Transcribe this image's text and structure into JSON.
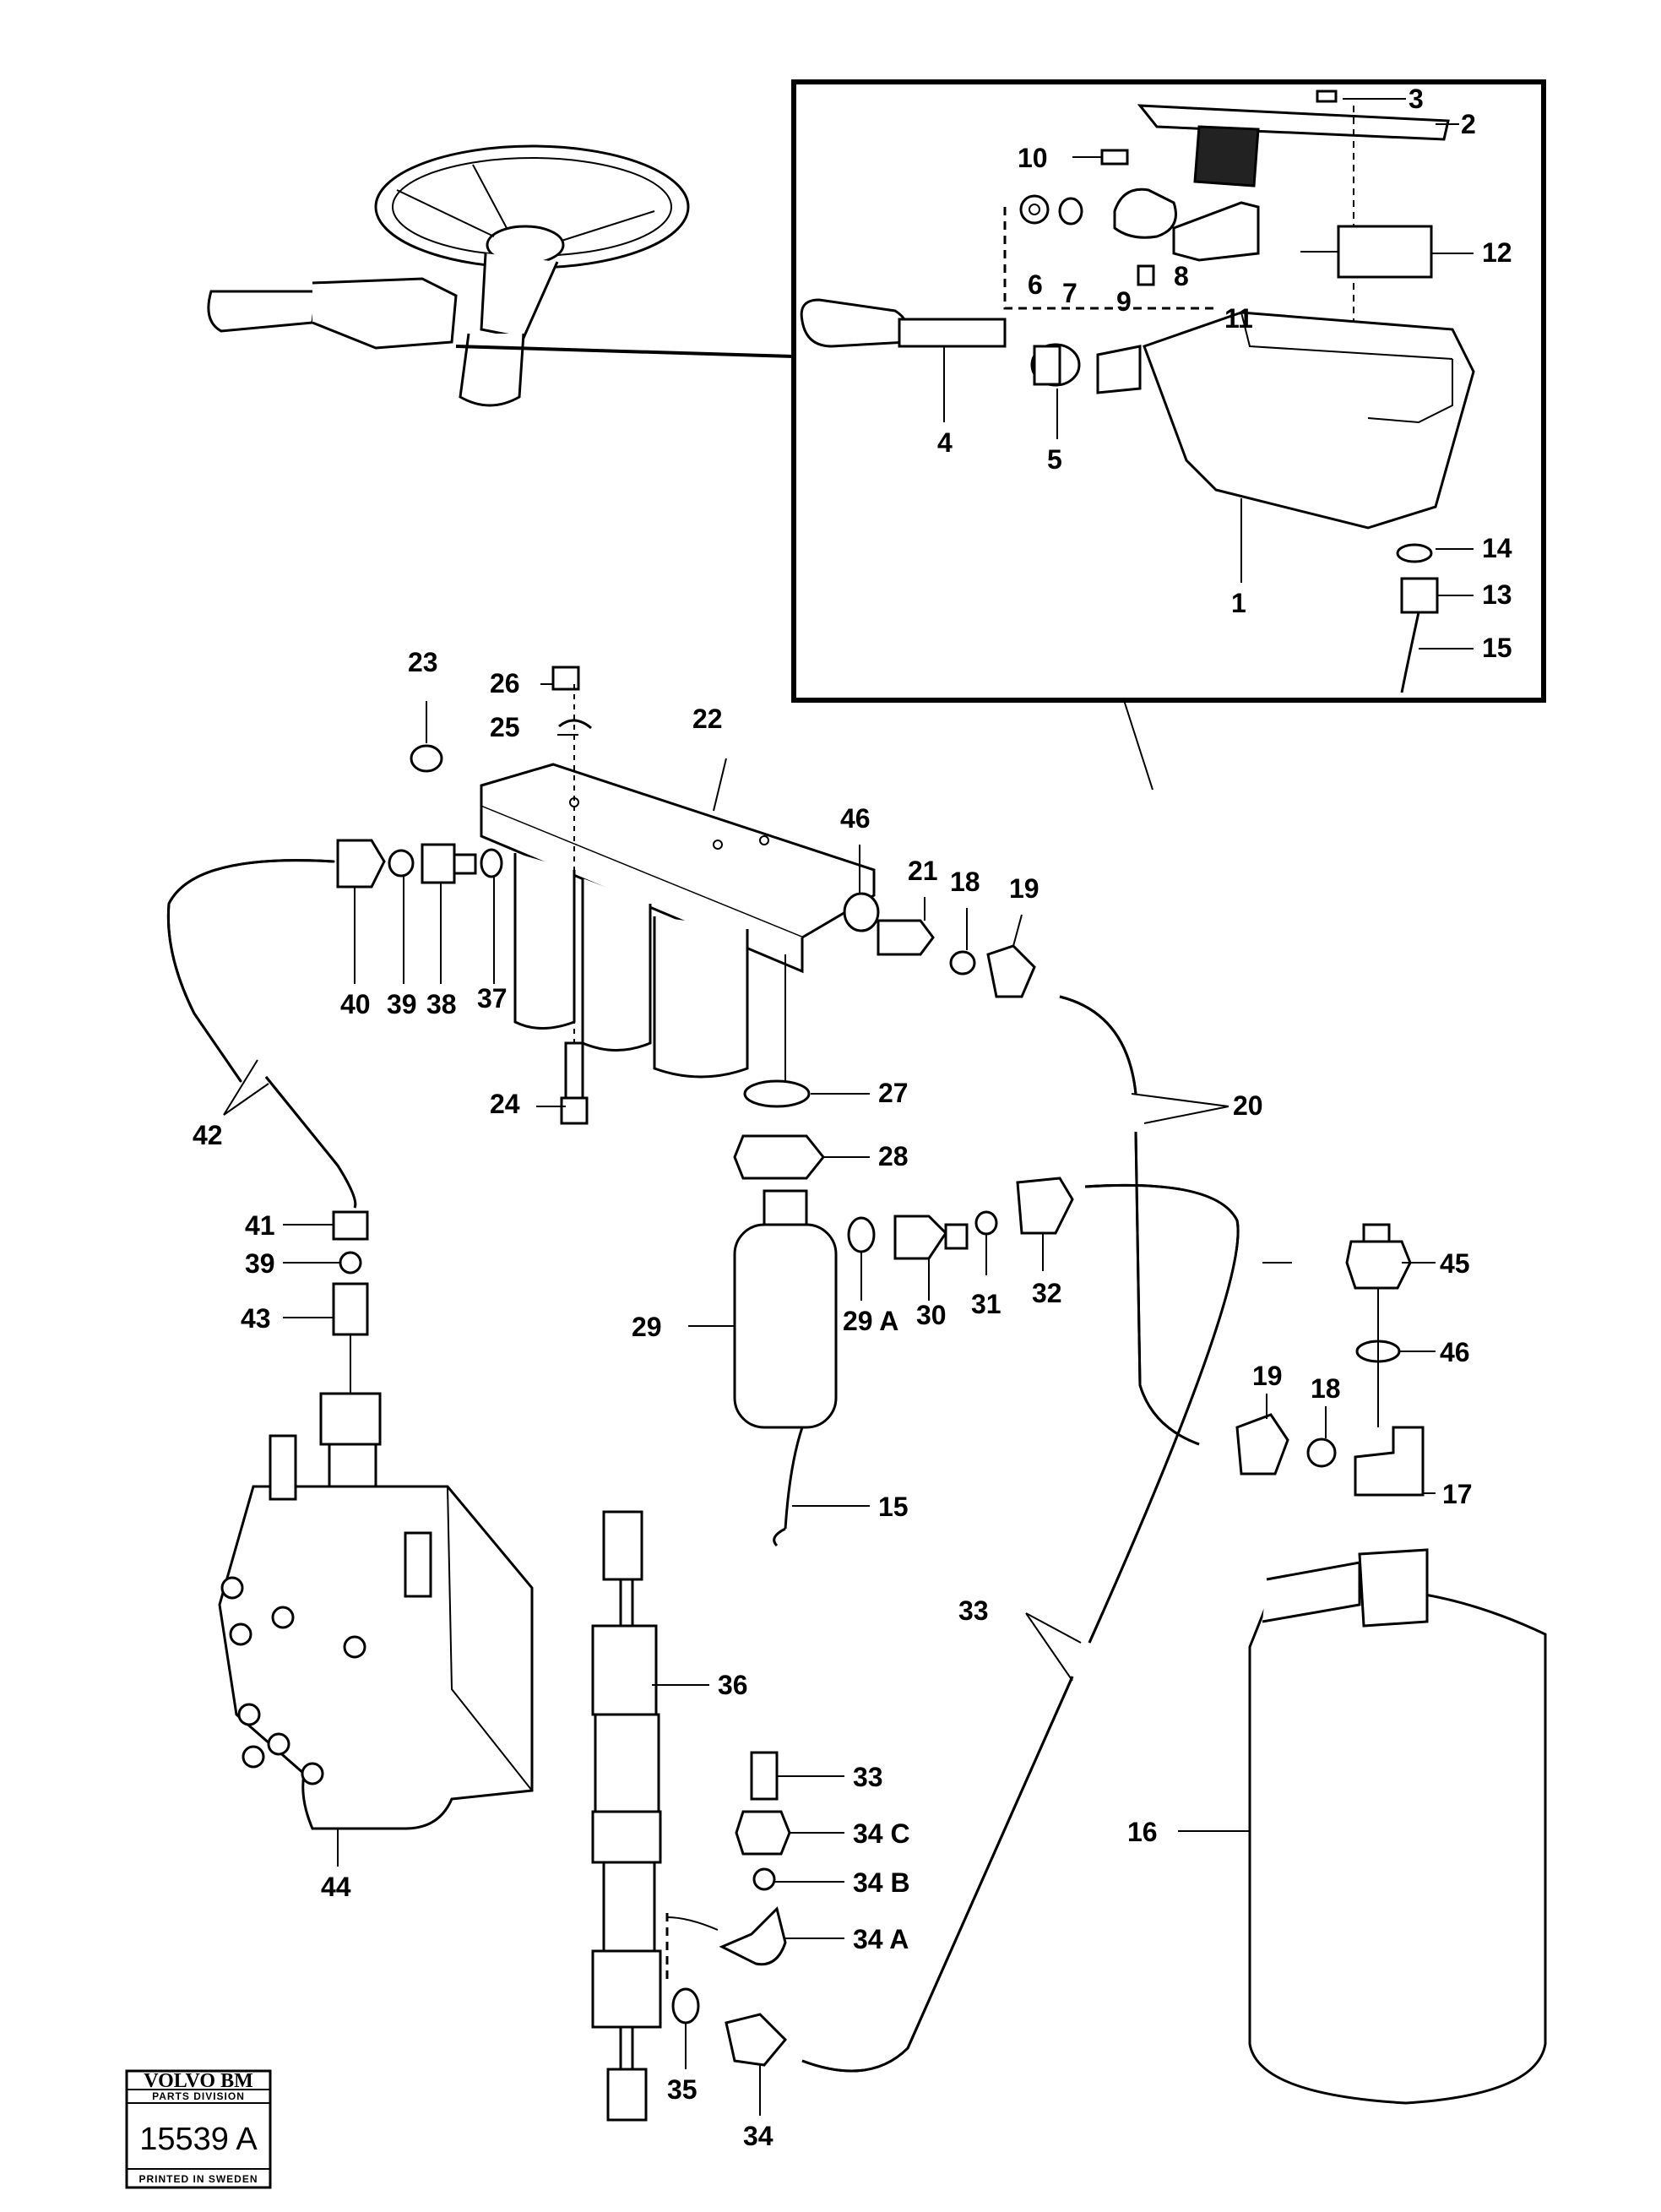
{
  "callouts": {
    "c1": "1",
    "c2": "2",
    "c3": "3",
    "c4": "4",
    "c5": "5",
    "c6": "6",
    "c7": "7",
    "c8": "8",
    "c9": "9",
    "c10": "10",
    "c11": "11",
    "c12": "12",
    "c13": "13",
    "c14": "14",
    "c15a": "15",
    "c15b": "15",
    "c16": "16",
    "c17": "17",
    "c18a": "18",
    "c18b": "18",
    "c19a": "19",
    "c19b": "19",
    "c20": "20",
    "c21": "21",
    "c22": "22",
    "c23": "23",
    "c24": "24",
    "c25": "25",
    "c26": "26",
    "c27": "27",
    "c28": "28",
    "c29": "29",
    "c29a": "29 A",
    "c30": "30",
    "c31": "31",
    "c32": "32",
    "c33a": "33",
    "c33b": "33",
    "c34": "34",
    "c34a": "34 A",
    "c34b": "34 B",
    "c34c": "34 C",
    "c35": "35",
    "c36": "36",
    "c37": "37",
    "c38": "38",
    "c39a": "39",
    "c39b": "39",
    "c40": "40",
    "c41": "41",
    "c42": "42",
    "c43": "43",
    "c44": "44",
    "c45": "45",
    "c46a": "46",
    "c46b": "46"
  },
  "stamp": {
    "brand": "VOLVO BM",
    "division": "PARTS DIVISION",
    "number": "15539 A",
    "printed": "PRINTED IN SWEDEN"
  }
}
